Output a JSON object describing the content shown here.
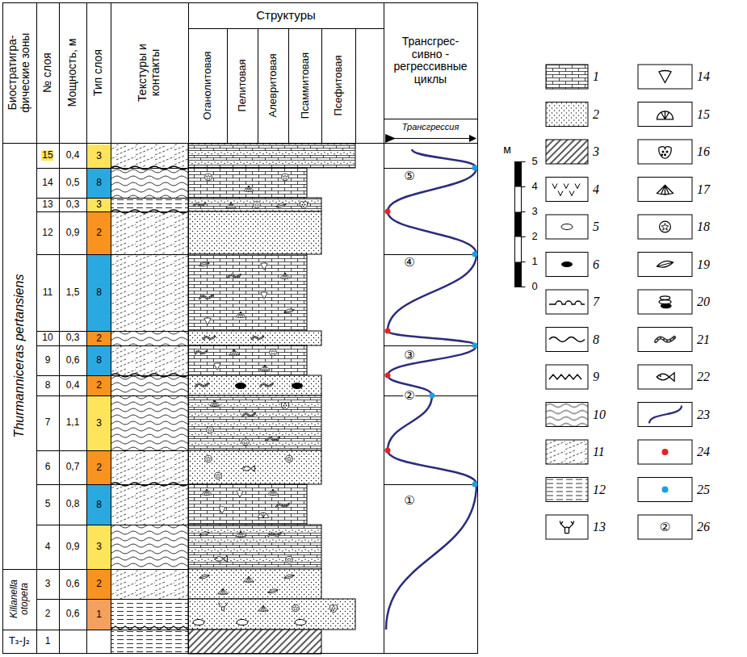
{
  "diagram": {
    "nodes": [
      {
        "text": [
          "3"
        ]
      },
      {
        "text": [
          "8"
        ]
      },
      {
        "text": [
          "3"
        ]
      },
      {
        "text": [
          "2"
        ]
      },
      {
        "text": [
          "8"
        ]
      },
      {
        "text": [
          "2"
        ]
      },
      {
        "text": [
          "8"
        ]
      },
      {
        "text": [
          "2"
        ]
      },
      {
        "text": [
          "3"
        ]
      },
      {
        "text": [
          "2"
        ]
      },
      {
        "text": [
          "8"
        ]
      },
      {
        "text": [
          "3"
        ]
      },
      {
        "text": [
          "2"
        ]
      },
      {
        "text": [
          "1"
        ]
      }
    ],
    "labels": [
      "Биостратигра- фические зоны",
      "№ слоя",
      "Мощность, м",
      "Тип слоя",
      "Текстуры и контакты",
      "Структуры",
      "Оганолитовая",
      "Пелитовая",
      "Алевритовая",
      "Псаммитовая",
      "Псефитовая",
      "Трансгрес- сивно - регрессивные циклы",
      "Трансгрессия",
      "Thurmanniceras pertansiens",
      "Kilianella otopeta",
      "T₃-J₂",
      "15",
      "14",
      "13",
      "12",
      "11",
      "10",
      "9",
      "8",
      "7",
      "6",
      "5",
      "4",
      "3",
      "2",
      "1",
      "0,4",
      "0,5",
      "0,3",
      "0,9",
      "1,5",
      "0,3",
      "0,6",
      "0,4",
      "1,1",
      "0,7",
      "0,8",
      "0,9",
      "0,6",
      "0,6",
      "⑤",
      "④",
      "③",
      "②",
      "①",
      "м",
      "5",
      "4",
      "3",
      "2",
      "1",
      "0",
      "②"
    ],
    "legend": [
      {
        "text": "1"
      },
      {
        "text": "2"
      },
      {
        "text": "3"
      },
      {
        "text": "4"
      },
      {
        "text": "5"
      },
      {
        "text": "6"
      },
      {
        "text": "7"
      },
      {
        "text": "8"
      },
      {
        "text": "9"
      },
      {
        "text": "10"
      },
      {
        "text": "11"
      },
      {
        "text": "12"
      },
      {
        "text": "13"
      },
      {
        "text": "14"
      },
      {
        "text": "15"
      },
      {
        "text": "16"
      },
      {
        "text": "17"
      },
      {
        "text": "18"
      },
      {
        "text": "19"
      },
      {
        "text": "20"
      },
      {
        "text": "21"
      },
      {
        "text": "22"
      },
      {
        "text": "23"
      },
      {
        "text": "24"
      },
      {
        "text": "25"
      },
      {
        "text": "26"
      }
    ]
  }
}
